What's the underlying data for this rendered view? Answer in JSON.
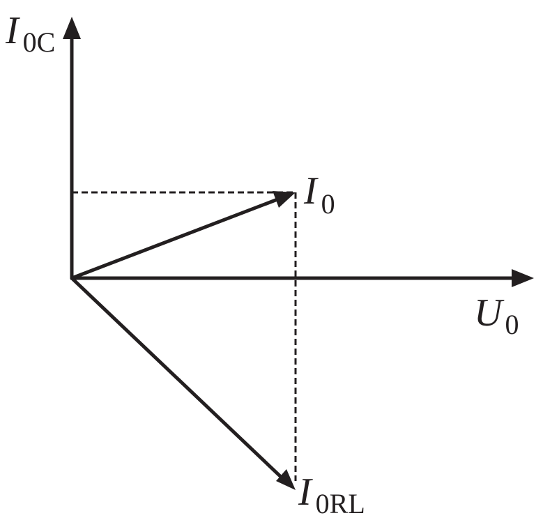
{
  "labels": {
    "i0c": {
      "main": "I",
      "sub": "0C"
    },
    "i0": {
      "main": "I",
      "sub": "0"
    },
    "u0": {
      "main": "U",
      "sub": "0"
    },
    "i0rl": {
      "main": "I",
      "sub": "0RL"
    }
  },
  "colors": {
    "stroke": "#231f20",
    "background": "#ffffff"
  }
}
